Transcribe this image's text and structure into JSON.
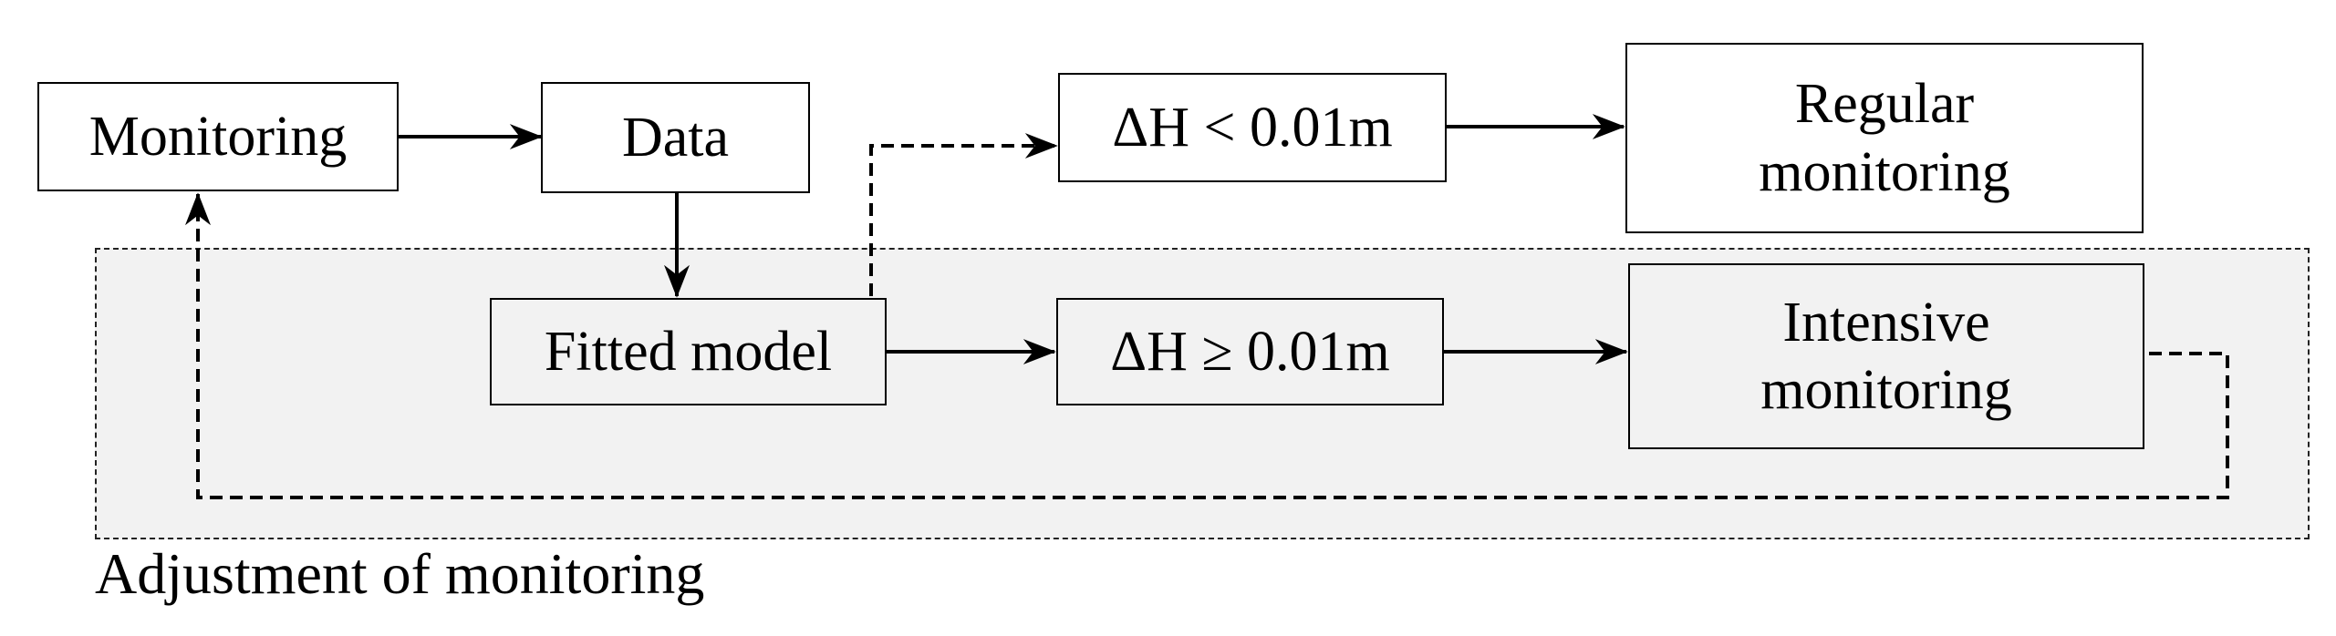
{
  "nodes": {
    "monitoring": "Monitoring",
    "data": "Data",
    "fitted_model": "Fitted model",
    "dh_less": "ΔH < 0.01m",
    "dh_geq": "ΔH ≥ 0.01m",
    "regular": "Regular\nmonitoring",
    "intensive": "Intensive\nmonitoring"
  },
  "region_label": "Adjustment of monitoring",
  "colors": {
    "line": "#000000",
    "region_fill": "#f2f2f2",
    "region_border": "#222222"
  }
}
